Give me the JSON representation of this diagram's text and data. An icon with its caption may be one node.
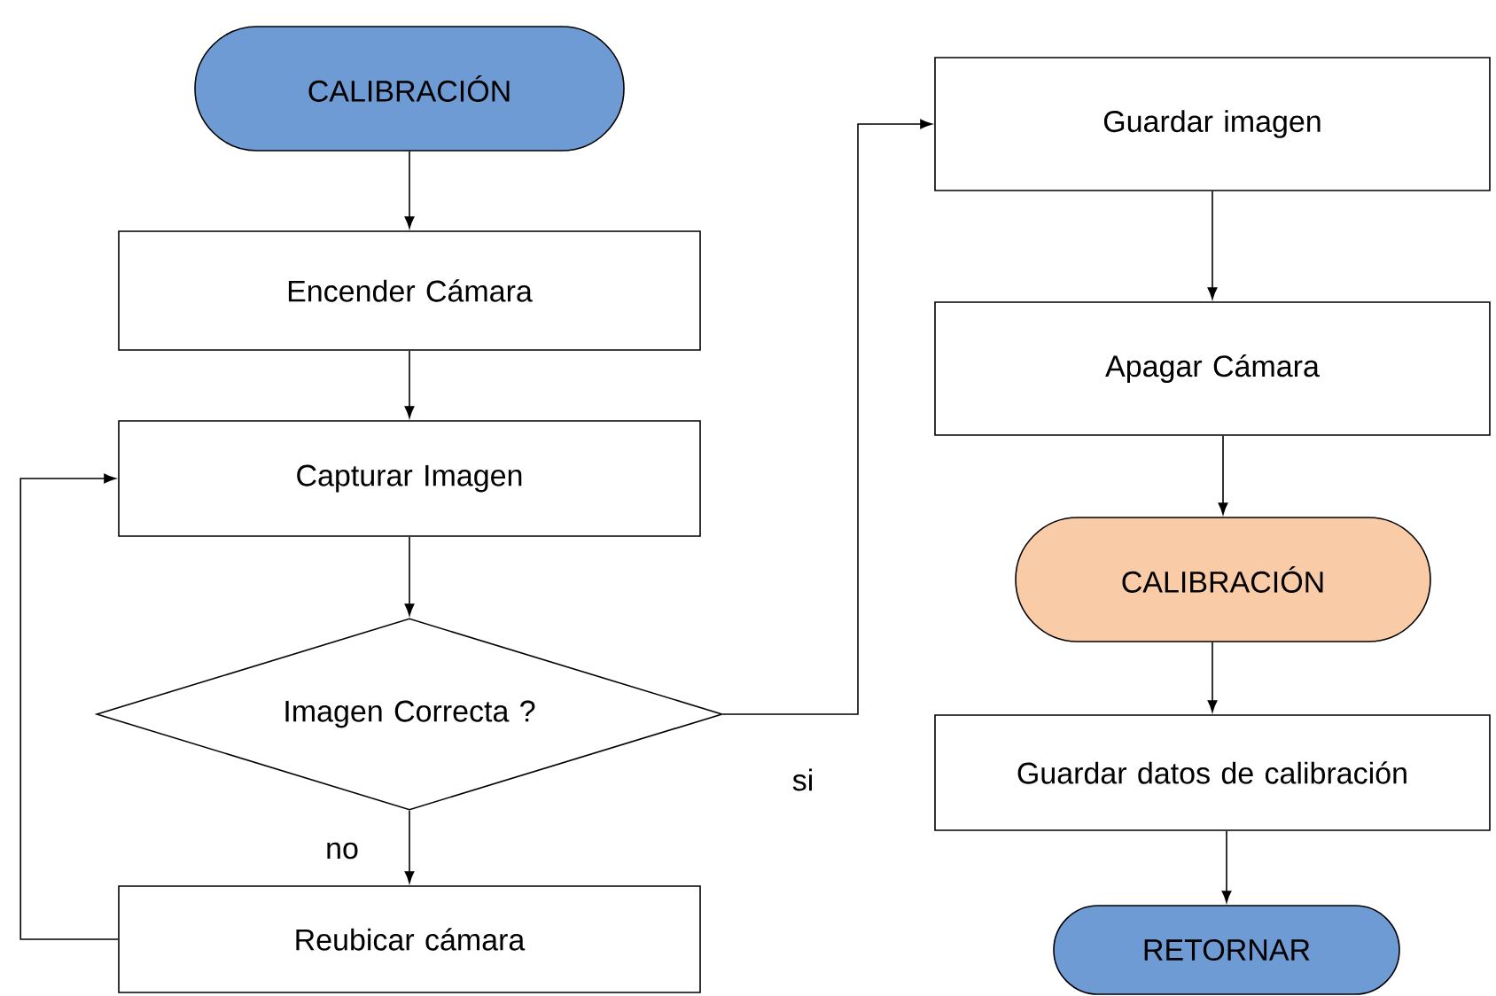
{
  "diagram": {
    "nodes": [
      {
        "text": [
          "CALIBRACIÓN"
        ]
      },
      {
        "text": [
          "Encender Cámara"
        ]
      },
      {
        "text": [
          "Capturar Imagen"
        ]
      },
      {
        "text": [
          "Imagen Correcta ?"
        ]
      },
      {
        "text": [
          "Reubicar cámara"
        ]
      },
      {
        "text": [
          "Guardar imagen"
        ]
      },
      {
        "text": [
          "Apagar Cámara"
        ]
      },
      {
        "text": [
          "CALIBRACIÓN"
        ]
      },
      {
        "text": [
          "Guardar datos de calibración"
        ]
      },
      {
        "text": [
          "RETORNAR"
        ]
      }
    ],
    "edges": [
      {
        "from": 0,
        "to": 1,
        "arrow": "to"
      },
      {
        "from": 1,
        "to": 2,
        "arrow": "to"
      },
      {
        "from": 2,
        "to": 3,
        "arrow": "to"
      },
      {
        "from": 3,
        "to": 4,
        "arrow": "to",
        "label": "no"
      },
      {
        "from": 4,
        "to": 2,
        "arrow": "to"
      },
      {
        "from": 3,
        "to": 5,
        "arrow": "to",
        "label": "si"
      },
      {
        "from": 5,
        "to": 6,
        "arrow": "to"
      },
      {
        "from": 6,
        "to": 7,
        "arrow": "to"
      },
      {
        "from": 7,
        "to": 8,
        "arrow": "to"
      },
      {
        "from": 8,
        "to": 9,
        "arrow": "to"
      }
    ]
  }
}
